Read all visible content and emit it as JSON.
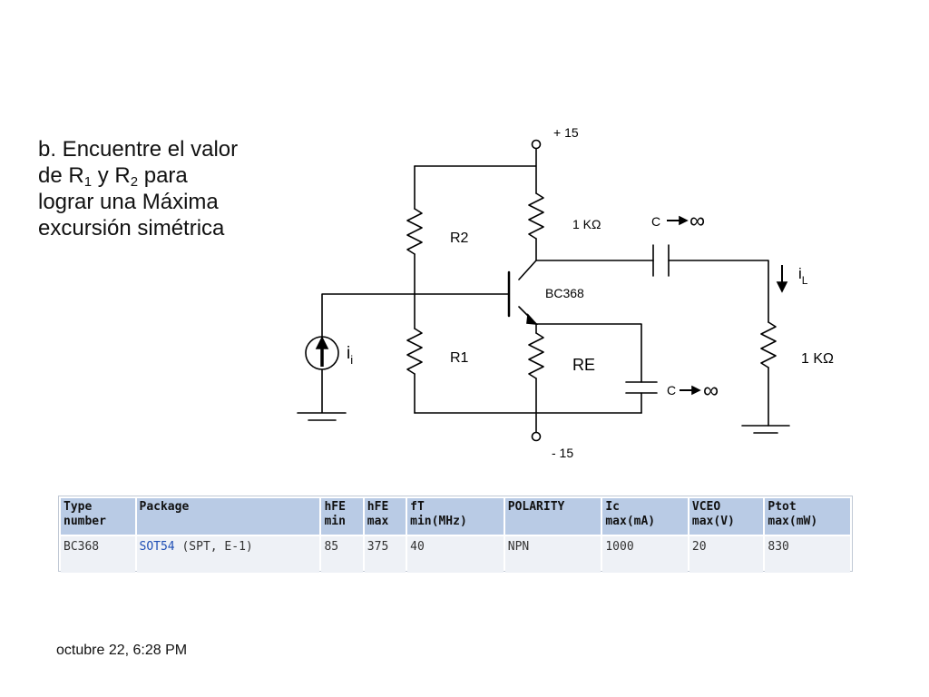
{
  "question": {
    "line1": "b. Encuentre el valor",
    "line2_a": "de R",
    "line2_sub1": "1",
    "line2_b": " y R",
    "line2_sub2": "2",
    "line2_c": "  para",
    "line3": "lograr una Máxima",
    "line4": "excursión simétrica"
  },
  "circuit": {
    "vcc": "+ 15",
    "vee": "- 15",
    "r2": "R2",
    "r1": "R1",
    "rc": "1 KΩ",
    "re": "RE",
    "transistor": "BC368",
    "c_out": "C",
    "c_emitter": "C",
    "infinity": "∞",
    "rl": "1 KΩ",
    "il_main": "i",
    "il_sub": "L",
    "ii_main": "i",
    "ii_sub": "i"
  },
  "table": {
    "headers": [
      [
        "Type",
        "number"
      ],
      [
        "Package",
        ""
      ],
      [
        "hFE",
        "min"
      ],
      [
        "hFE",
        "max"
      ],
      [
        "fT",
        "min(MHz)"
      ],
      [
        "POLARITY",
        ""
      ],
      [
        "Ic",
        "max(mA)"
      ],
      [
        "VCEO",
        "max(V)"
      ],
      [
        "Ptot",
        "max(mW)"
      ]
    ],
    "row": {
      "type": "BC368",
      "package_link": "SOT54",
      "package_rest": " (SPT, E-1)",
      "hfe_min": "85",
      "hfe_max": "375",
      "ft": "40",
      "polarity": "NPN",
      "ic": "1000",
      "vceo": "20",
      "ptot": "830"
    }
  },
  "footer": {
    "date": "octubre 22, 6:28 PM"
  },
  "colors": {
    "wire": "#000000",
    "table_header": "#b9cbe5",
    "table_cell": "#eef1f6",
    "link": "#1f4fb5"
  }
}
